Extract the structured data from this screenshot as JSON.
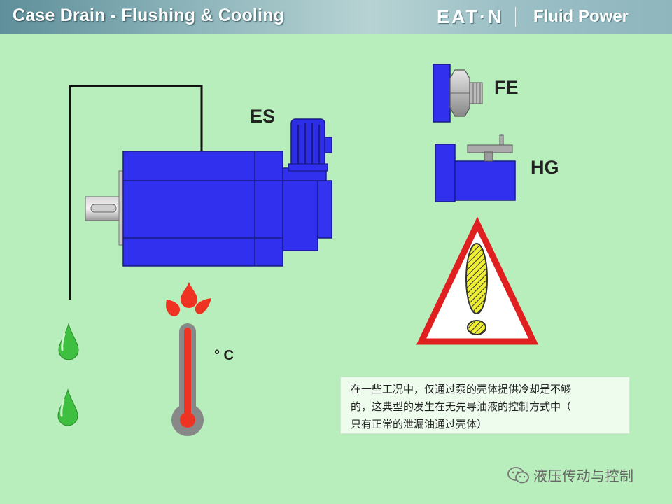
{
  "header": {
    "title": "Case Drain - Flushing & Cooling",
    "brand": "EAT·N",
    "brand_sub": "Fluid Power"
  },
  "labels": {
    "es": "ES",
    "fe": "FE",
    "hg": "HG",
    "temp_unit": "° C"
  },
  "note": {
    "lines": [
      "在一些工况中，仅通过泵的壳体提供冷却是不够",
      "的，这典型的发生在无先导油液的控制方式中（",
      "只有正常的泄漏油通过壳体）"
    ]
  },
  "watermark": {
    "text": "液压传动与控制"
  },
  "colors": {
    "pump_blue": "#2e2eea",
    "drop_green": "#3fbf3f",
    "hot_red": "#ee3322",
    "warning_red": "#e02020",
    "warning_yellow": "#eeee33"
  },
  "icons": {
    "thermometer": "thermometer-icon",
    "warning": "warning-icon",
    "drop": "oil-drop-icon",
    "wechat": "wechat-icon"
  }
}
